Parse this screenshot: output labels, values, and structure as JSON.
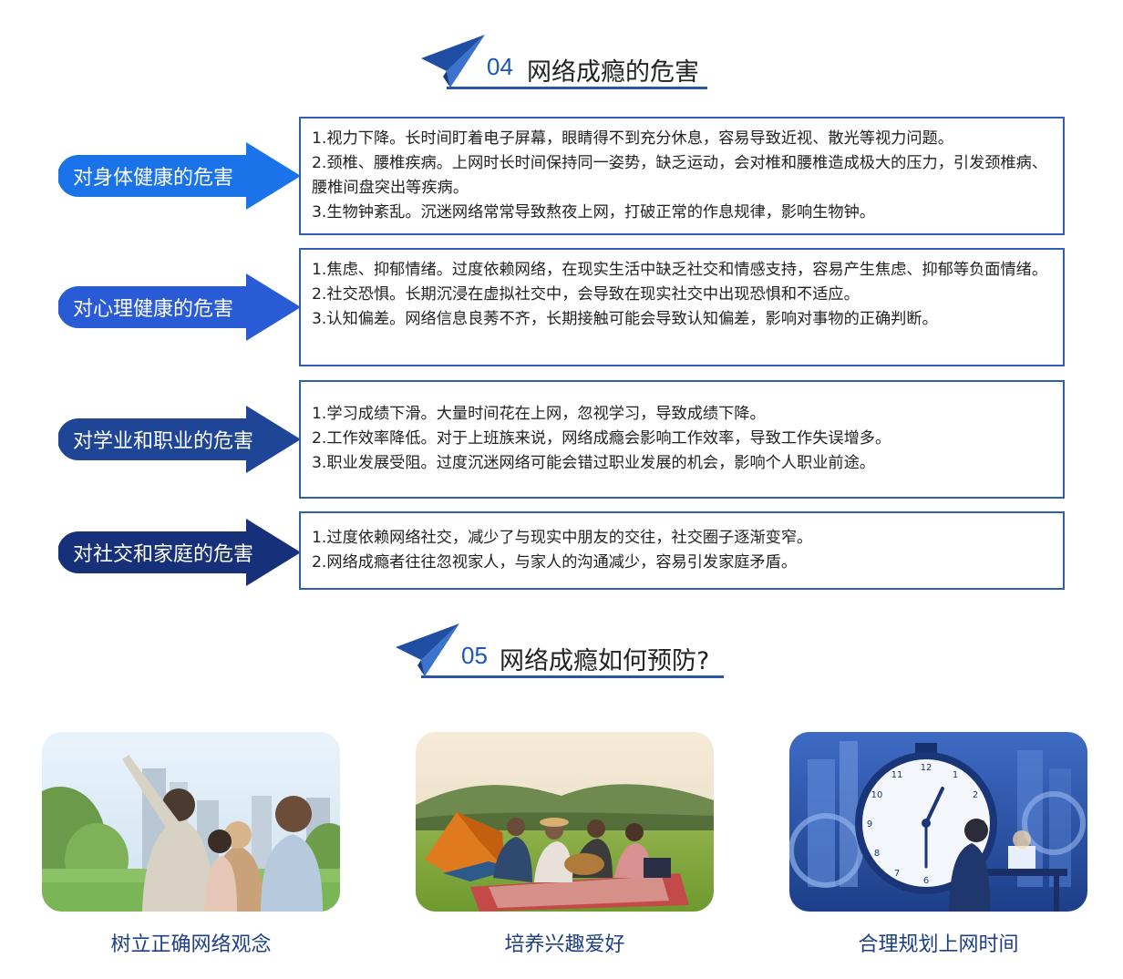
{
  "section4": {
    "number": "04",
    "title": "网络成瘾的危害",
    "rows": [
      {
        "label": "对身体健康的危害",
        "color": "#1a73e8",
        "lines": [
          "1.视力下降。长时间盯着电子屏幕，眼睛得不到充分休息，容易导致近视、散光等视力问题。",
          "2.颈椎、腰椎疾病。上网时长时间保持同一姿势，缺乏运动，会对椎和腰椎造成极大的压力，引发颈椎病、腰椎间盘突出等疾病。",
          "3.生物钟紊乱。沉迷网络常常导致熬夜上网，打破正常的作息规律，影响生物钟。"
        ]
      },
      {
        "label": "对心理健康的危害",
        "color": "#2a5bd7",
        "lines": [
          "1.焦虑、抑郁情绪。过度依赖网络，在现实生活中缺乏社交和情感支持，容易产生焦虑、抑郁等负面情绪。",
          "2.社交恐惧。长期沉浸在虚拟社交中，会导致在现实社交中出现恐惧和不适应。",
          "3.认知偏差。网络信息良莠不齐，长期接触可能会导致认知偏差，影响对事物的正确判断。"
        ]
      },
      {
        "label": "对学业和职业的危害",
        "color": "#1f4597",
        "lines": [
          "1.学习成绩下滑。大量时间花在上网，忽视学习，导致成绩下降。",
          "2.工作效率降低。对于上班族来说，网络成瘾会影响工作效率，导致工作失误增多。",
          "3.职业发展受阻。过度沉迷网络可能会错过职业发展的机会，影响个人职业前途。"
        ]
      },
      {
        "label": "对社交和家庭的危害",
        "color": "#17307a",
        "lines": [
          "1.过度依赖网络社交，减少了与现实中朋友的交往，社交圈子逐渐变窄。",
          "2.网络成瘾者往往忽视家人，与家人的沟通减少，容易引发家庭矛盾。"
        ]
      }
    ]
  },
  "section5": {
    "number": "05",
    "title": "网络成瘾如何预防?",
    "cards": [
      {
        "caption": "树立正确网络观念",
        "icon": "family-park-photo"
      },
      {
        "caption": "培养兴趣爱好",
        "icon": "friends-picnic-photo"
      },
      {
        "caption": "合理规划上网时间",
        "icon": "clock-time-management-photo"
      }
    ]
  },
  "colors": {
    "accent": "#1a56b8",
    "border": "#2f5fb5",
    "caption": "#1d3f86"
  }
}
